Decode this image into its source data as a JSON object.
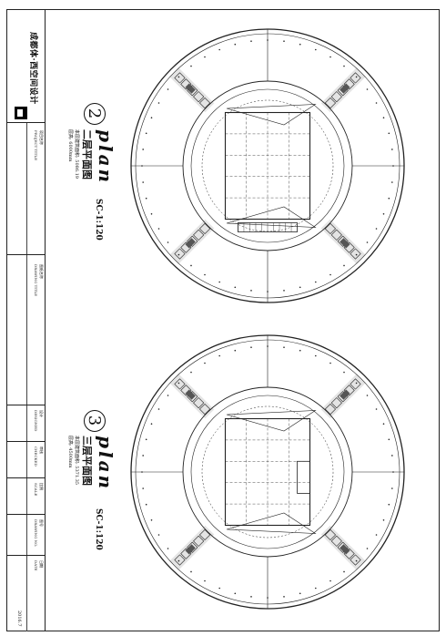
{
  "title_block": {
    "firm_name": "成都体·西空间设计",
    "fields": [
      {
        "label": "项目名称",
        "sub": "PROJECT TITLE"
      },
      {
        "label": "图纸名称",
        "sub": "DRAWING TITLE"
      },
      {
        "label": "设计",
        "sub": "DESIGNED"
      },
      {
        "label": "审核",
        "sub": "CHECKED"
      },
      {
        "label": "比例",
        "sub": "SCALE"
      },
      {
        "label": "图号",
        "sub": "DRAWING NO."
      },
      {
        "label": "日期",
        "sub": "DATE"
      }
    ],
    "date_value": "2016.7"
  },
  "plans": [
    {
      "number": "2",
      "name": "二层平面图",
      "script": "plan",
      "scale": "SC-1:120",
      "area_label": "本层建筑面积: 5086.19",
      "height_label": "层高: 6000mm"
    },
    {
      "number": "3",
      "name": "三层平面图",
      "script": "plan",
      "scale": "SC-1:120",
      "area_label": "本层建筑面积: 5371.35",
      "height_label": "层高: 4500mm"
    }
  ],
  "colors": {
    "line": "#222222",
    "fill_dark": "#555555"
  }
}
